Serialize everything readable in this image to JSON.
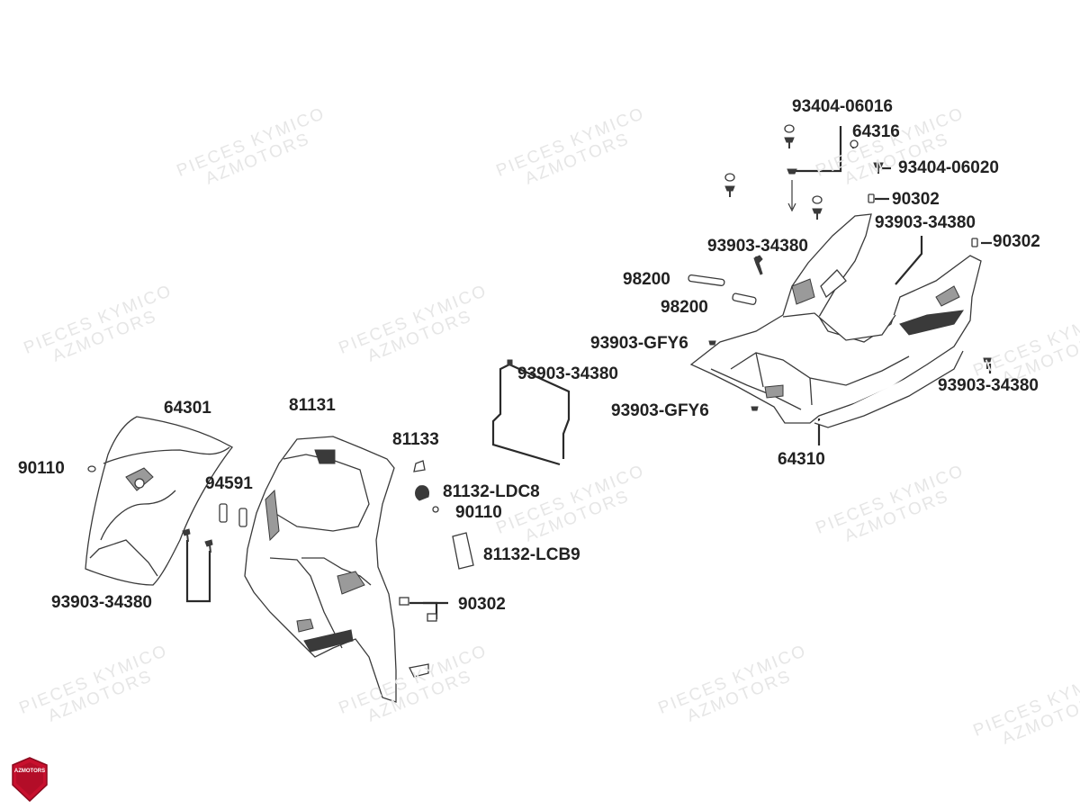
{
  "watermark": {
    "line1": "PIECES KYMICO",
    "line2": "AZMOTORS"
  },
  "logo": {
    "text": "AZMOTORS",
    "color": "#c8102e"
  },
  "labels": [
    {
      "id": "lbl-93404-06016",
      "text": "93404-06016"
    },
    {
      "id": "lbl-64316",
      "text": "64316"
    },
    {
      "id": "lbl-93404-06020",
      "text": "93404-06020"
    },
    {
      "id": "lbl-90302-a",
      "text": "90302"
    },
    {
      "id": "lbl-93903-34380-a",
      "text": "93903-34380"
    },
    {
      "id": "lbl-93903-34380-b",
      "text": "93903-34380"
    },
    {
      "id": "lbl-90302-b",
      "text": "90302"
    },
    {
      "id": "lbl-98200-a",
      "text": "98200"
    },
    {
      "id": "lbl-98200-b",
      "text": "98200"
    },
    {
      "id": "lbl-93903-gfy6-a",
      "text": "93903-GFY6"
    },
    {
      "id": "lbl-93903-34380-c",
      "text": "93903-34380"
    },
    {
      "id": "lbl-93903-34380-d",
      "text": "93903-34380"
    },
    {
      "id": "lbl-93903-gfy6-b",
      "text": "93903-GFY6"
    },
    {
      "id": "lbl-64310",
      "text": "64310"
    },
    {
      "id": "lbl-64301",
      "text": "64301"
    },
    {
      "id": "lbl-81131",
      "text": "81131"
    },
    {
      "id": "lbl-81133",
      "text": "81133"
    },
    {
      "id": "lbl-90110-a",
      "text": "90110"
    },
    {
      "id": "lbl-94591",
      "text": "94591"
    },
    {
      "id": "lbl-81132-ldc8",
      "text": "81132-LDC8"
    },
    {
      "id": "lbl-90110-b",
      "text": "90110"
    },
    {
      "id": "lbl-81132-lcb9",
      "text": "81132-LCB9"
    },
    {
      "id": "lbl-93903-34380-e",
      "text": "93903-34380"
    },
    {
      "id": "lbl-90302-c",
      "text": "90302"
    }
  ]
}
